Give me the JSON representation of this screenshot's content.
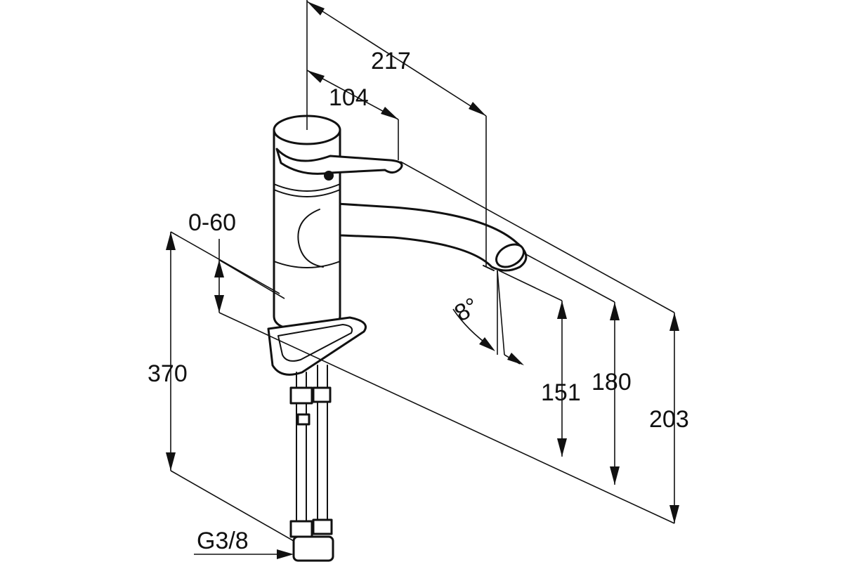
{
  "dimensions": {
    "d217": "217",
    "d104": "104",
    "d0_60": "0-60",
    "d370": "370",
    "d151": "151",
    "d180": "180",
    "d203": "203",
    "angle": "8°",
    "thread": "G3/8"
  }
}
